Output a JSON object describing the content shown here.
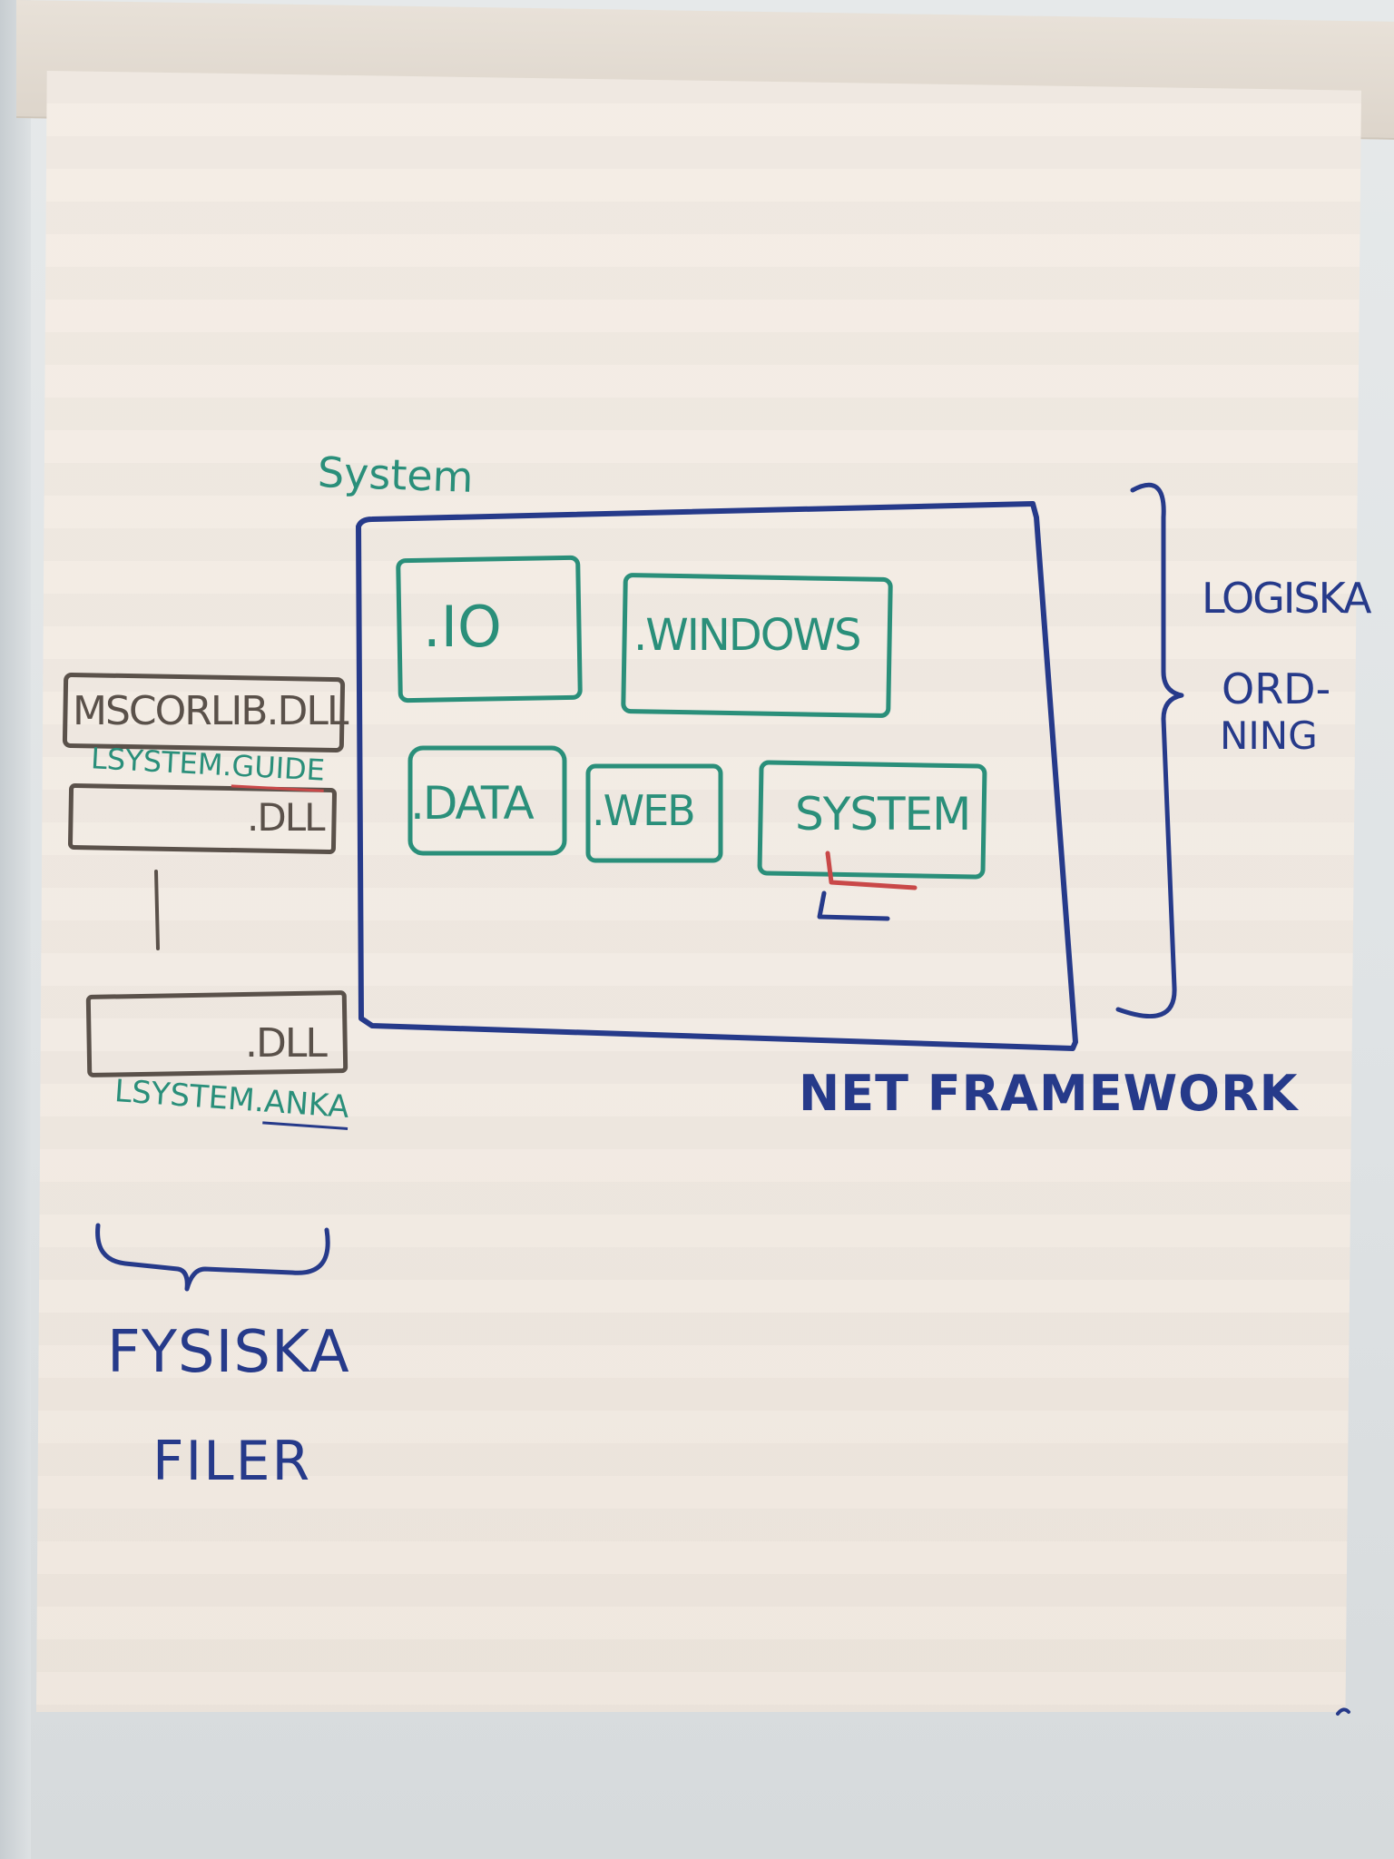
{
  "system_label": "System",
  "namespaces": {
    "io": ".IO",
    "windows": ".WINDOWS",
    "data": ".DATA",
    "web": ".WEB",
    "system": "SYSTEM"
  },
  "framework_label": "NET FRAMEWORK",
  "logical_order": {
    "line1": "LOGISKA",
    "line2": "ORD-",
    "line3": "NING"
  },
  "dlls": {
    "dll1_name": "MSCORLIB.DLL",
    "dll1_sub_prefix": "LSYSTEM.",
    "dll1_sub_suffix": "GUIDE",
    "dll2_name": ".DLL",
    "dll3_name": ".DLL",
    "dll3_sub_prefix": "LSYSTEM.",
    "dll3_sub_suffix": "ANKA"
  },
  "physical_files": {
    "line1": "FYSISKA",
    "line2": "FILER"
  },
  "colors": {
    "blue_ink": "#263a8a",
    "teal_ink": "#2a8f7a",
    "dark_ink": "#5a514a",
    "red_ink": "#c94848",
    "paper": "#f3ece4"
  }
}
